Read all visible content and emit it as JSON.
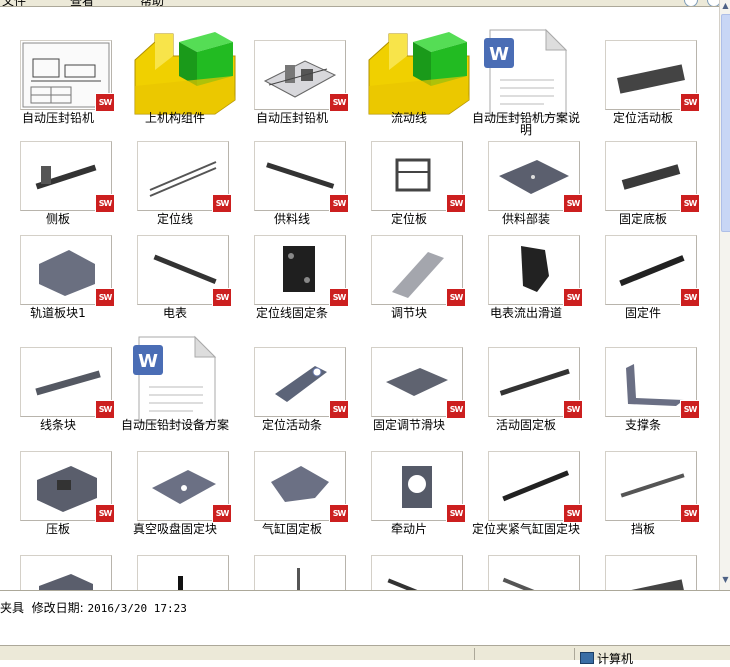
{
  "toolbar": {
    "hidden_1": "文件",
    "hidden_2": "查看",
    "hidden_3": "帮助"
  },
  "items": [
    {
      "label": "自动压封铅机",
      "type": "drawing",
      "badge": "SW"
    },
    {
      "label": "上机构组件",
      "type": "assembly-folder"
    },
    {
      "label": "自动压封铅机",
      "type": "part",
      "badge": "SW"
    },
    {
      "label": "流动线",
      "type": "assembly-folder"
    },
    {
      "label": "自动压封铅机方案说明",
      "type": "word-doc"
    },
    {
      "label": "定位活动板",
      "type": "part",
      "badge": "SW"
    },
    {
      "label": "侧板",
      "type": "part",
      "badge": "SW"
    },
    {
      "label": "定位线",
      "type": "part",
      "badge": "SW"
    },
    {
      "label": "供料线",
      "type": "part",
      "badge": "SW"
    },
    {
      "label": "定位板",
      "type": "part",
      "badge": "SW"
    },
    {
      "label": "供料部装",
      "type": "part",
      "badge": "SW"
    },
    {
      "label": "固定底板",
      "type": "part",
      "badge": "SW"
    },
    {
      "label": "轨道板块1",
      "type": "part",
      "badge": "SW"
    },
    {
      "label": "电表",
      "type": "part",
      "badge": "SW"
    },
    {
      "label": "定位线固定条",
      "type": "part",
      "badge": "SW"
    },
    {
      "label": "调节块",
      "type": "part",
      "badge": "SW"
    },
    {
      "label": "电表流出滑道",
      "type": "part",
      "badge": "SW"
    },
    {
      "label": "固定件",
      "type": "part",
      "badge": "SW"
    },
    {
      "label": "线条块",
      "type": "part",
      "badge": "SW"
    },
    {
      "label": "自动压铅封设备方案",
      "type": "word-doc"
    },
    {
      "label": "定位活动条",
      "type": "part",
      "badge": "SW"
    },
    {
      "label": "固定调节滑块",
      "type": "part",
      "badge": "SW"
    },
    {
      "label": "活动固定板",
      "type": "part",
      "badge": "SW"
    },
    {
      "label": "支撑条",
      "type": "part",
      "badge": "SW"
    },
    {
      "label": "压板",
      "type": "part",
      "badge": "SW"
    },
    {
      "label": "真空吸盘固定块",
      "type": "part",
      "badge": "SW"
    },
    {
      "label": "气缸固定板",
      "type": "part",
      "badge": "SW"
    },
    {
      "label": "牵动片",
      "type": "part",
      "badge": "SW"
    },
    {
      "label": "定位夹紧气缸固定块",
      "type": "part",
      "badge": "SW"
    },
    {
      "label": "挡板",
      "type": "part",
      "badge": "SW"
    },
    {
      "label": "",
      "type": "part"
    },
    {
      "label": "",
      "type": "part"
    },
    {
      "label": "",
      "type": "part"
    },
    {
      "label": "",
      "type": "part"
    },
    {
      "label": "",
      "type": "part"
    },
    {
      "label": "",
      "type": "part"
    }
  ],
  "details": {
    "text": "夹具  修改日期: ",
    "date": "2016/3/20 17:23"
  },
  "status": {
    "computer": "计算机"
  },
  "colors": {
    "sw_badge": "#cc1f1f",
    "word": "#4a6db5",
    "folder": "#f0d000",
    "folder_box": "#22bb22",
    "part": "#6a6f80"
  }
}
